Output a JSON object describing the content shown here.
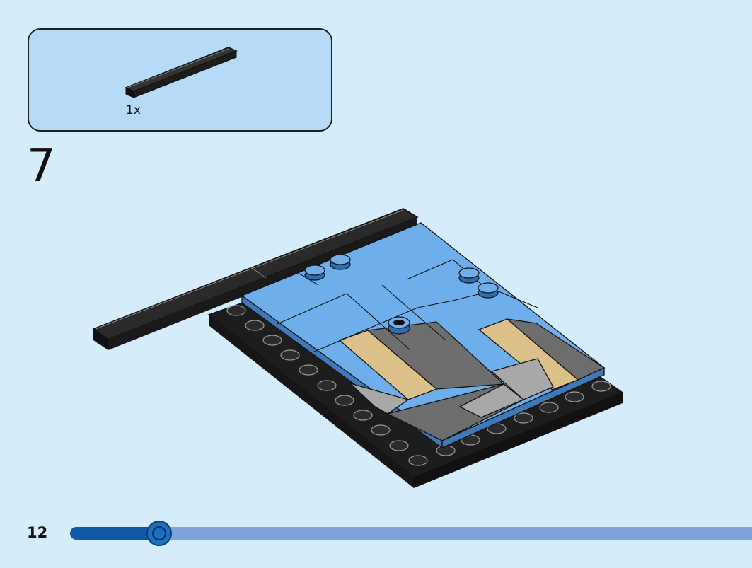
{
  "parts_callout": {
    "part_name": "black-tile-1x8",
    "quantity": "1x"
  },
  "step": {
    "number": "7"
  },
  "footer": {
    "page_number": "12",
    "progress_fraction": 0.131
  },
  "colors": {
    "background": "#d5ecfb",
    "callout_bg": "#b5dbf6",
    "progress_fill": "#0d5aa6",
    "progress_track": "#7ea3dc",
    "brick_blue": "#6eaeea",
    "brick_tan": "#dcc08a",
    "brick_dark_gray": "#6e6e6e",
    "brick_light_gray": "#a8a8a8",
    "brick_black": "#1d1d1d"
  }
}
